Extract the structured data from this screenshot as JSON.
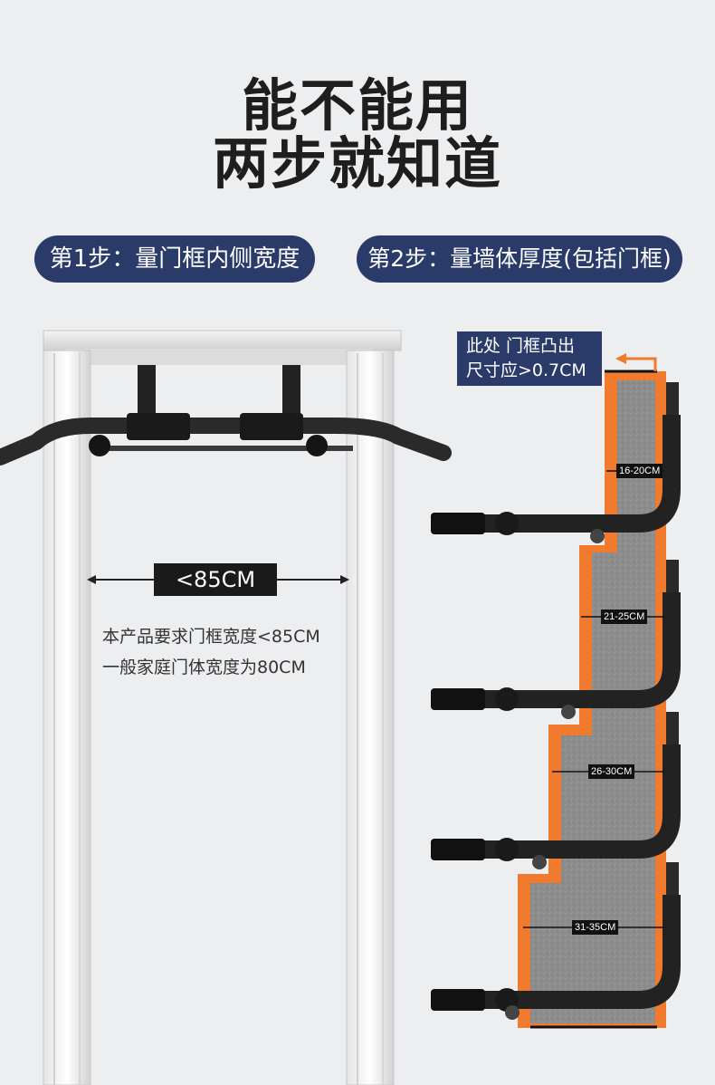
{
  "headline": {
    "line1": "能不能用",
    "line2": "两步就知道"
  },
  "steps": [
    {
      "label": "第1步：量门框内侧宽度"
    },
    {
      "label": "第2步：量墙体厚度(包括门框)"
    }
  ],
  "door": {
    "measurement": "<85CM",
    "note_line1": "本产品要求门框宽度<85CM",
    "note_line2": "一般家庭门体宽度为80CM"
  },
  "callout": {
    "line1": "此处 门框凸出",
    "line2": "尺寸应>0.7CM"
  },
  "wall_ranges": [
    "16-20CM",
    "21-25CM",
    "26-30CM",
    "31-35CM"
  ],
  "colors": {
    "accent_blue": "#2a3a69",
    "wall_orange": "#f07a2e",
    "wall_gray": "#8a8a8a"
  }
}
